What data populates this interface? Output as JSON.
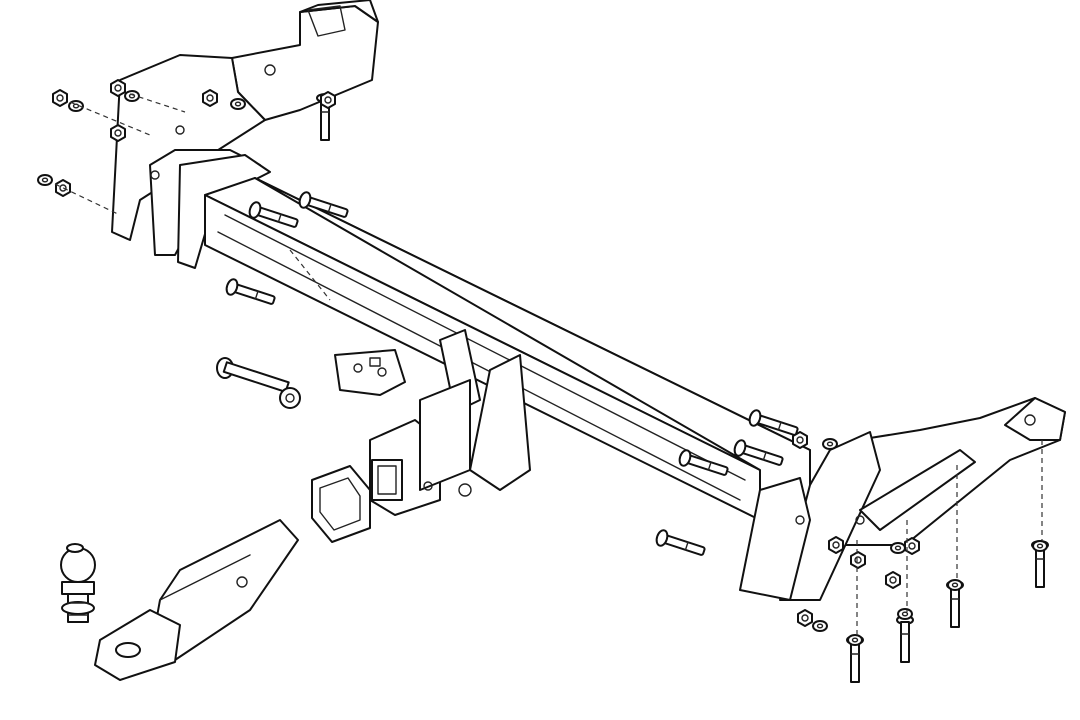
{
  "diagram": {
    "kind": "exploded-parts-view",
    "subject": "tow-bar-assembly",
    "colors": {
      "line": "#111111",
      "background": "#ffffff"
    },
    "parts": [
      "left-side-bracket",
      "right-side-bracket",
      "main-cross-beam",
      "receiver-socket",
      "receiver-cover-plate",
      "drop-shank",
      "tow-ball",
      "bolt-set",
      "nut-washer-set",
      "electrical-socket-plate",
      "retaining-pin"
    ]
  }
}
